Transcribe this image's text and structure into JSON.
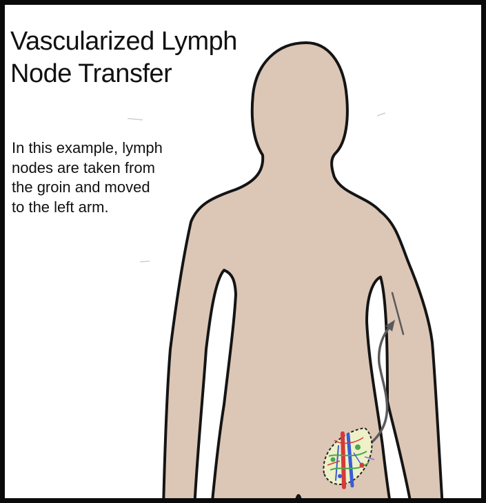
{
  "title": {
    "line1": "Vascularized Lymph",
    "line2": "Node Transfer"
  },
  "caption": {
    "lines": [
      "In this example, lymph",
      "nodes are taken from",
      "the groin and moved",
      "to the left arm."
    ]
  },
  "colors": {
    "skin": "#dcc6b6",
    "outline": "#141414",
    "frame": "#0a0a0a",
    "arrow": "#5a5a5a",
    "graft_fill": "#eef0c8",
    "vessel_red": "#d63a3a",
    "vessel_blue": "#3a5cd6",
    "vessel_green": "#4aa84a"
  },
  "icons": {
    "transfer_arrow": "curved-arrow-icon",
    "lymph_node_flap": "lymph-node-graft-icon",
    "recipient_site": "incision-mark-icon"
  }
}
